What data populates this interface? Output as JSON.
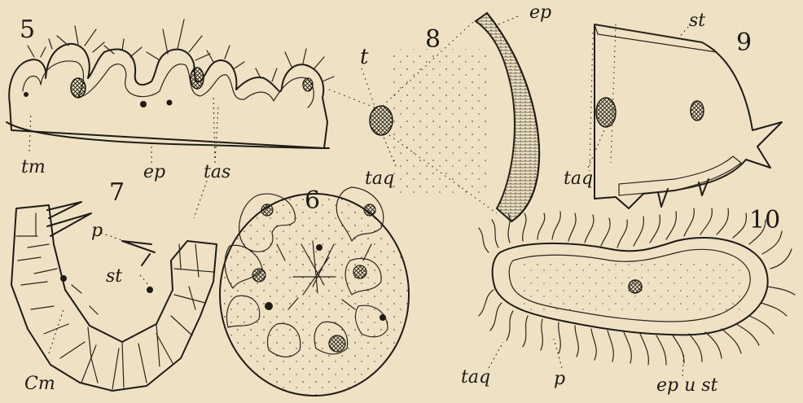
{
  "figures": [
    {
      "id": "fig5",
      "number": "5",
      "labels": {
        "t": "t",
        "tm": "tm",
        "ep": "ep",
        "tas": "tas"
      }
    },
    {
      "id": "fig6",
      "number": "6",
      "labels": {}
    },
    {
      "id": "fig7",
      "number": "7",
      "labels": {
        "p": "p",
        "st": "st",
        "cm": "Cm"
      }
    },
    {
      "id": "fig8",
      "number": "8",
      "labels": {
        "ep": "ep",
        "taq": "taq"
      }
    },
    {
      "id": "fig9",
      "number": "9",
      "labels": {
        "st": "st",
        "taq": "taq"
      }
    },
    {
      "id": "fig10",
      "number": "10",
      "labels": {
        "taq": "taq",
        "p": "p",
        "ep_st": "ep u st"
      }
    }
  ],
  "colors": {
    "paper": "#efe1c3",
    "ink": "#1f1c17",
    "stipple": "#3a332a"
  },
  "icons": [
    "scientific-drawing"
  ]
}
